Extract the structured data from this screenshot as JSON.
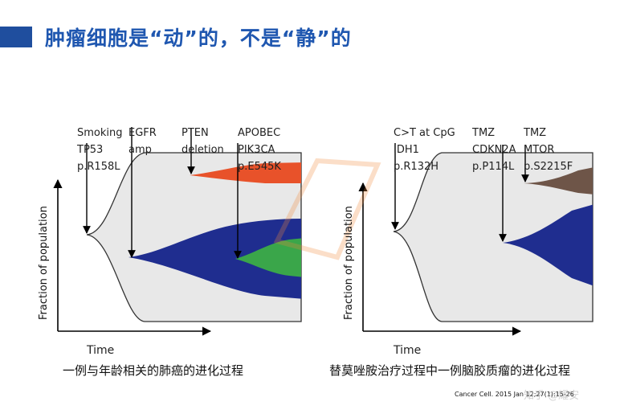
{
  "slide": {
    "title": "肿瘤细胞是“动”的，不是“静”的",
    "source": "Cancer Cell. 2015 Jan 12;27(1):15-26",
    "watermark_zhihu": "知乎 @耀安",
    "left_panel": {
      "y_axis_label": "Fraction of population",
      "x_axis_label": "Time",
      "caption": "一例与年龄相关的肺癌的进化过程",
      "annotations": [
        {
          "lines": [
            "Smoking",
            "TP53",
            "p.R158L"
          ]
        },
        {
          "lines": [
            "EGFR",
            "amp"
          ]
        },
        {
          "lines": [
            "PTEN",
            "deletion"
          ]
        },
        {
          "lines": [
            "APOBEC",
            "PIK3CA",
            "p.E545K"
          ]
        }
      ],
      "colors": {
        "background": "#e8e8e8",
        "clone_orange": "#e8522a",
        "clone_blue": "#1f2d8f",
        "clone_green": "#3aa64a"
      }
    },
    "right_panel": {
      "y_axis_label": "Fraction of population",
      "x_axis_label": "Time",
      "caption": "替莫唑胺治疗过程中一例脑胶质瘤的进化过程",
      "annotations": [
        {
          "lines": [
            "C>T at CpG",
            "IDH1",
            "p.R132H"
          ]
        },
        {
          "lines": [
            "TMZ",
            "CDKN2A",
            "p.P114L"
          ]
        },
        {
          "lines": [
            "TMZ",
            "MTOR",
            "p.S2215F"
          ]
        }
      ],
      "colors": {
        "background": "#e8e8e8",
        "clone_brown": "#6e5548",
        "clone_blue": "#1f2d8f"
      }
    }
  }
}
